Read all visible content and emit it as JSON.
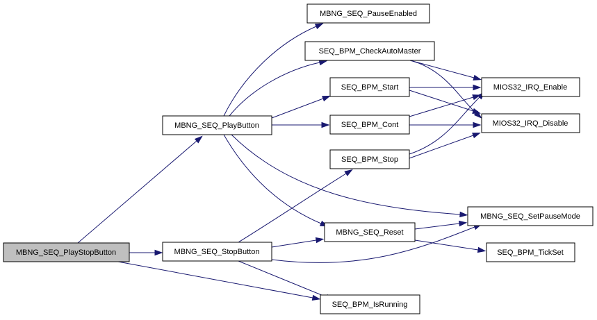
{
  "colors": {
    "edge": "#191970",
    "root_fill": "#bfbfbf",
    "node_fill": "#ffffff",
    "border": "#000000"
  },
  "nodes": {
    "playstop": "MBNG_SEQ_PlayStopButton",
    "play": "MBNG_SEQ_PlayButton",
    "stop": "MBNG_SEQ_StopButton",
    "pause_enabled": "MBNG_SEQ_PauseEnabled",
    "check_auto_master": "SEQ_BPM_CheckAutoMaster",
    "bpm_start": "SEQ_BPM_Start",
    "bpm_cont": "SEQ_BPM_Cont",
    "bpm_stop": "SEQ_BPM_Stop",
    "reset": "MBNG_SEQ_Reset",
    "is_running": "SEQ_BPM_IsRunning",
    "irq_enable": "MIOS32_IRQ_Enable",
    "irq_disable": "MIOS32_IRQ_Disable",
    "set_pause_mode": "MBNG_SEQ_SetPauseMode",
    "tick_set": "SEQ_BPM_TickSet"
  },
  "edges": [
    [
      "playstop",
      "play"
    ],
    [
      "playstop",
      "stop"
    ],
    [
      "playstop",
      "is_running"
    ],
    [
      "play",
      "pause_enabled"
    ],
    [
      "play",
      "check_auto_master"
    ],
    [
      "play",
      "bpm_start"
    ],
    [
      "play",
      "bpm_cont"
    ],
    [
      "play",
      "reset"
    ],
    [
      "play",
      "set_pause_mode"
    ],
    [
      "stop",
      "bpm_stop"
    ],
    [
      "stop",
      "reset"
    ],
    [
      "stop",
      "set_pause_mode"
    ],
    [
      "stop",
      "is_running"
    ],
    [
      "check_auto_master",
      "irq_enable"
    ],
    [
      "check_auto_master",
      "irq_disable"
    ],
    [
      "bpm_start",
      "irq_enable"
    ],
    [
      "bpm_start",
      "irq_disable"
    ],
    [
      "bpm_cont",
      "irq_enable"
    ],
    [
      "bpm_cont",
      "irq_disable"
    ],
    [
      "bpm_stop",
      "irq_enable"
    ],
    [
      "bpm_stop",
      "irq_disable"
    ],
    [
      "reset",
      "set_pause_mode"
    ],
    [
      "reset",
      "tick_set"
    ]
  ]
}
